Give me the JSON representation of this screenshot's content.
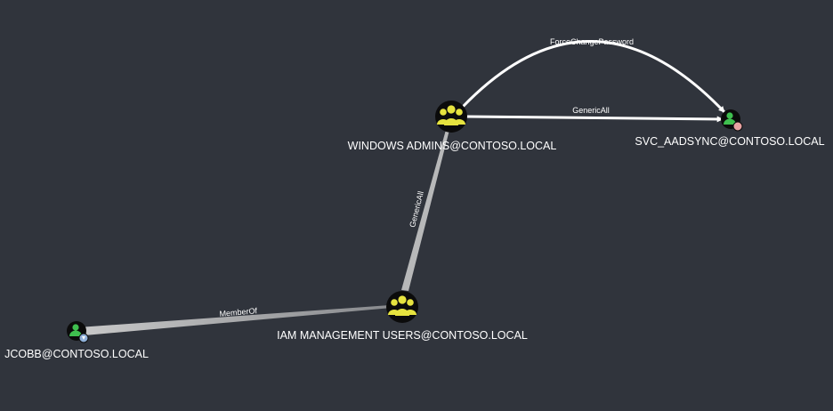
{
  "graph": {
    "nodes": [
      {
        "id": "windows_admins",
        "label": "WINDOWS ADMINS@CONTOSO.LOCAL",
        "type": "group",
        "icon": "group-icon"
      },
      {
        "id": "svc_aadsync",
        "label": "SVC_AADSYNC@CONTOSO.LOCAL",
        "type": "user",
        "icon": "user-icon",
        "badge": "high-value-badge"
      },
      {
        "id": "iam_mgmt",
        "label": "IAM MANAGEMENT USERS@CONTOSO.LOCAL",
        "type": "group",
        "icon": "group-icon"
      },
      {
        "id": "jcobb",
        "label": "JCOBB@CONTOSO.LOCAL",
        "type": "user",
        "icon": "user-icon",
        "badge": "owned-badge"
      }
    ],
    "edges": [
      {
        "id": "force_change_password",
        "label": "ForceChangePassword",
        "from": "windows_admins",
        "to": "svc_aadsync"
      },
      {
        "id": "generic_all_svc",
        "label": "GenericAll",
        "from": "windows_admins",
        "to": "svc_aadsync"
      },
      {
        "id": "generic_all_iam",
        "label": "GenericAll",
        "from": "iam_mgmt",
        "to": "windows_admins"
      },
      {
        "id": "member_of",
        "label": "MemberOf",
        "from": "jcobb",
        "to": "iam_mgmt"
      }
    ]
  },
  "colors": {
    "background": "#30343c",
    "group_icon": "#e6e33f",
    "user_icon": "#3fbf4f",
    "node_fill": "#0b0b0b",
    "edge_active": "#ffffff",
    "edge_path": "#c9c9c9",
    "high_value_badge": "#e8a2a2",
    "owned_badge": "#8fb0d8"
  }
}
